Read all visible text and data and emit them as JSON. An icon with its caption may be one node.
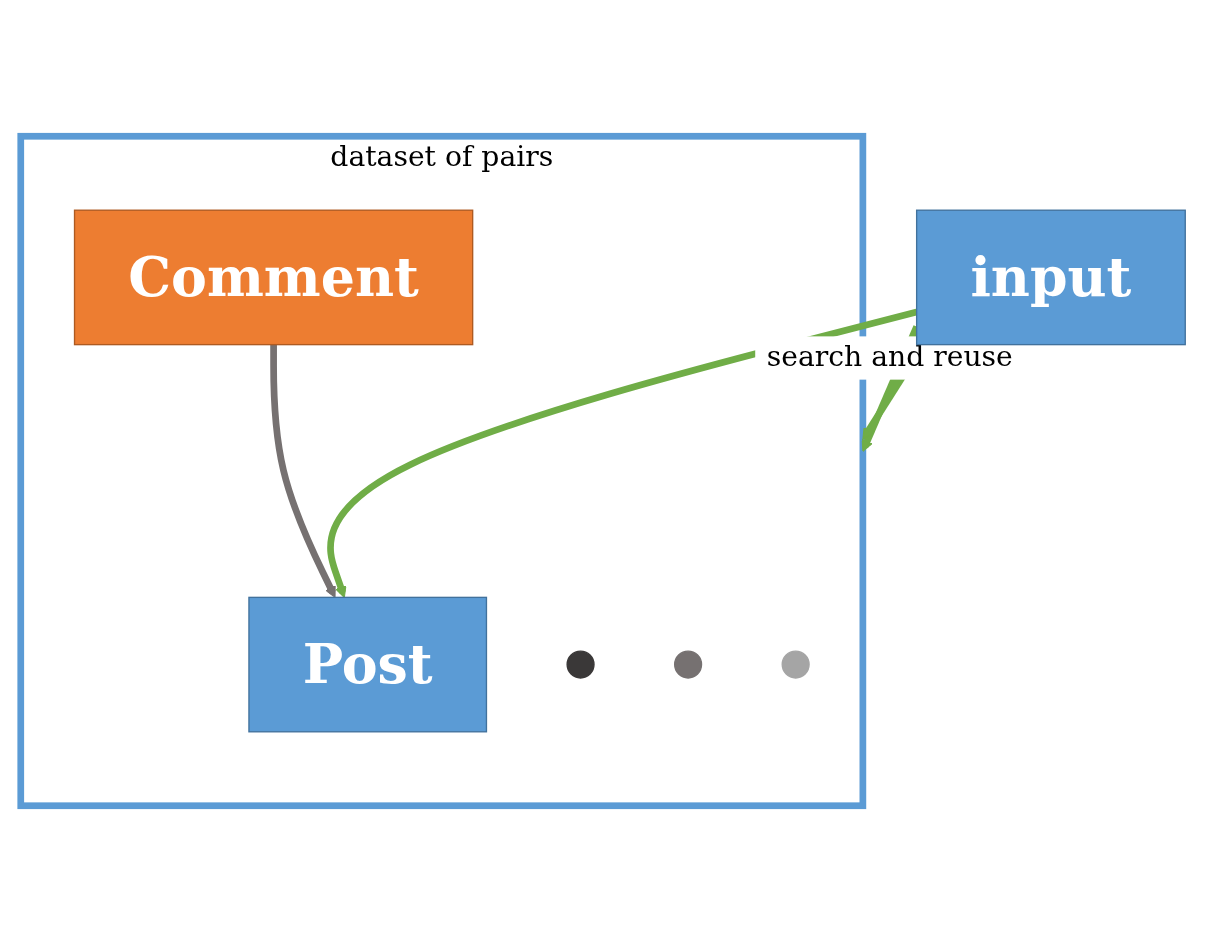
{
  "diagram": {
    "nodes": [
      {
        "text": [
          "input"
        ]
      },
      {
        "text": [
          "dataset of pairs"
        ]
      },
      {
        "text": [
          "Post"
        ],
        "in": 1
      },
      {
        "text": [
          "Comment"
        ],
        "in": 1
      },
      {
        "text": [],
        "shape": "circle",
        "in": 1
      },
      {
        "text": [],
        "shape": "circle",
        "in": 1
      },
      {
        "text": [],
        "shape": "circle",
        "in": 1
      }
    ],
    "edges": [
      {
        "from": 0,
        "to": 2,
        "arrow": "to",
        "color": "#70ad47"
      },
      {
        "from": 0,
        "to": 1,
        "arrow": "to",
        "color": "#70ad47",
        "label": "search and reuse"
      },
      {
        "from": 0,
        "to": 1,
        "arrow": "to",
        "color": "#70ad47"
      },
      {
        "from": 3,
        "to": 2,
        "arrow": "to",
        "color": "#767171"
      }
    ]
  }
}
